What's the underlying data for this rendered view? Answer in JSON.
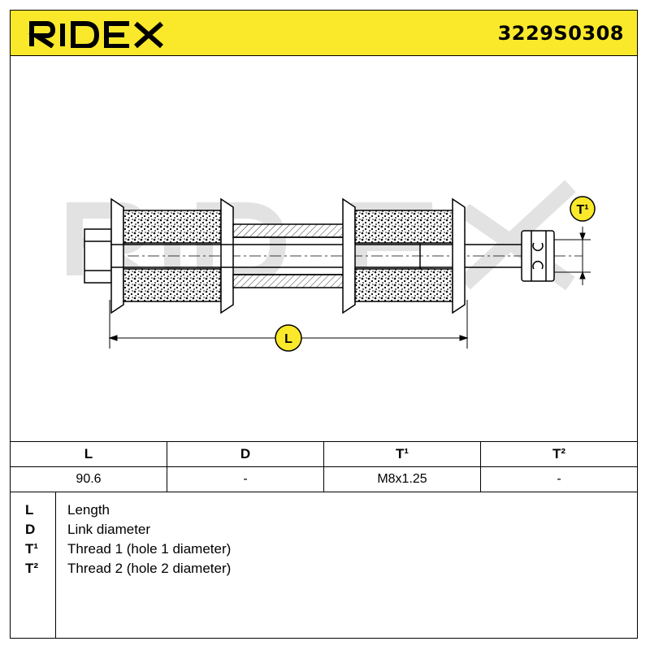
{
  "brand": {
    "name": "RIDEX"
  },
  "part_number": "3229S0308",
  "drawing": {
    "watermark": "RIDEX",
    "callout_thread": "T¹",
    "callout_length": "L"
  },
  "spec_table": {
    "headers": [
      "L",
      "D",
      "T¹",
      "T²"
    ],
    "values": [
      "90.6",
      "-",
      "M8x1.25",
      "-"
    ]
  },
  "legend": [
    {
      "key": "L",
      "text": "Length"
    },
    {
      "key": "D",
      "text": "Link diameter"
    },
    {
      "key": "T¹",
      "text": "Thread 1 (hole 1 diameter)"
    },
    {
      "key": "T²",
      "text": "Thread 2 (hole 2 diameter)"
    }
  ],
  "colors": {
    "header_bg": "#f9e92a",
    "callout_bg": "#f9e92a",
    "stroke": "#000000"
  }
}
